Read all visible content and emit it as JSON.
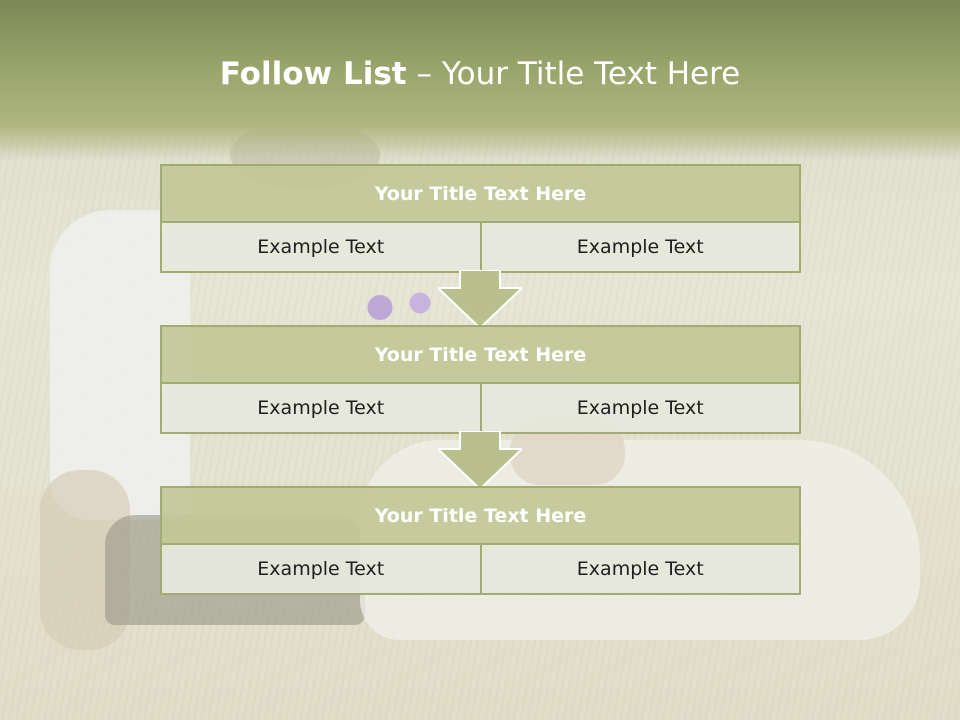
{
  "slide": {
    "title_bold": "Follow List",
    "title_rest": " – Your Title Text Here"
  },
  "blocks": [
    {
      "title": "Your Title Text Here",
      "left": "Example Text",
      "right": "Example Text"
    },
    {
      "title": "Your Title Text Here",
      "left": "Example Text",
      "right": "Example Text"
    },
    {
      "title": "Your Title Text Here",
      "left": "Example Text",
      "right": "Example Text"
    }
  ],
  "colors": {
    "header_band": "#9aa66c",
    "block_border": "#a2ac72",
    "block_title_fill": "#c2c898",
    "cell_fill": "#e5e8da",
    "arrow_fill": "#b9c08e"
  },
  "icons": [
    "down-arrow-icon"
  ]
}
